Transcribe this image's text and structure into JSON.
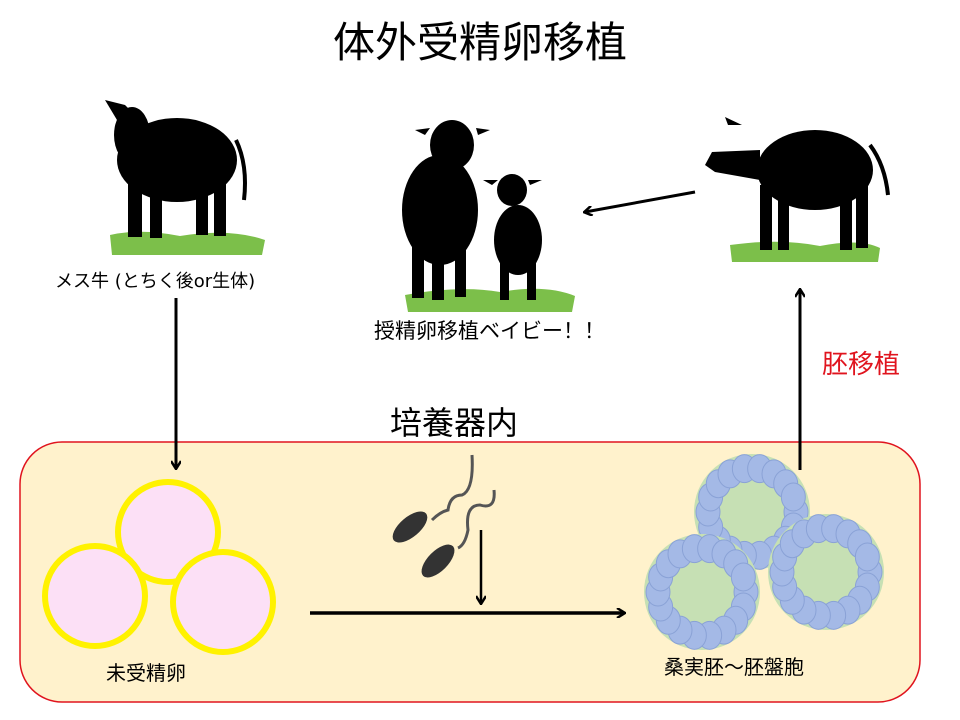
{
  "title": "体外受精卵移植",
  "labels": {
    "donor_cow": "メス牛 (とちく後or生体)",
    "baby": "授精卵移植ベイビー！！",
    "incubator": "培養器内",
    "embryo_transfer": "胚移植",
    "unfertilized_egg": "未受精卵",
    "morula_blastocyst": "桑実胚〜胚盤胞"
  },
  "colors": {
    "incubator_fill": "#FFF2CC",
    "incubator_border": "#E0141E",
    "egg_fill": "#FCE0F6",
    "egg_ring": "#FFF200",
    "cell_blue": "#A4B9E6",
    "cell_green": "#C6E0B4",
    "transfer_text": "#E0141E"
  }
}
